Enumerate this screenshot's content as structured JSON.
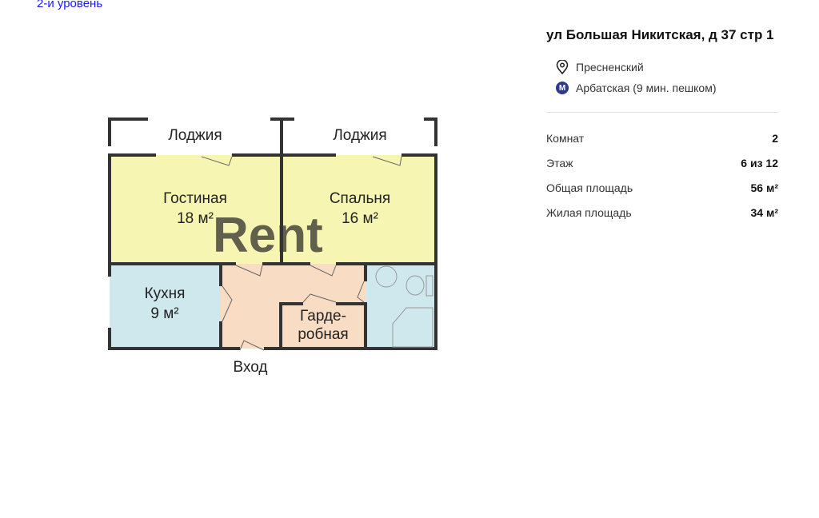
{
  "level_link": "2-и уровень",
  "plan": {
    "rooms": {
      "loggia1": "Лоджия",
      "loggia2": "Лоджия",
      "living": "Гостиная",
      "living_area": "18 м²",
      "bedroom": "Спальня",
      "bedroom_area": "16 м²",
      "kitchen": "Кухня",
      "kitchen_area": "9 м²",
      "wardrobe1": "Гарде-",
      "wardrobe2": "робная",
      "entrance": "Вход"
    },
    "watermark": "Rent"
  },
  "info": {
    "address": "ул Большая Никитская, д 37 стр 1",
    "district": "Пресненский",
    "metro_letter": "М",
    "metro": "Арбатская (9 мин. пешком)",
    "metro_color": "#2b3a8c",
    "stats": [
      {
        "label": "Комнат",
        "value": "2"
      },
      {
        "label": "Этаж",
        "value": "6 из 12"
      },
      {
        "label": "Общая площадь",
        "value": "56 м²"
      },
      {
        "label": "Жилая площадь",
        "value": "34 м²"
      }
    ]
  }
}
